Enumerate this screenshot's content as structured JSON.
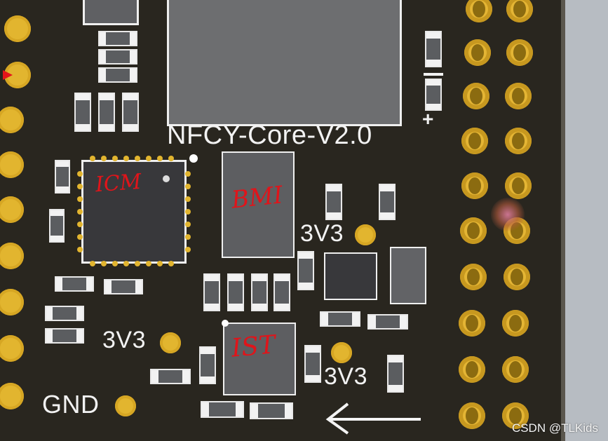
{
  "board": {
    "title": "NFCY-Core-V2.0",
    "labels": {
      "gnd": "GND",
      "v33_a": "3V3",
      "v33_b": "3V3",
      "v33_c": "3V3"
    },
    "plus_sign": "+",
    "annotations": {
      "icm": "ICM",
      "bmi": "BMI",
      "ist": "IST"
    },
    "colors": {
      "pcb": "#29261f",
      "gold": "#e2b52f",
      "silkscreen": "#f2f2f2",
      "ink": "#e0141a"
    }
  },
  "watermark": "CSDN @TLKids"
}
